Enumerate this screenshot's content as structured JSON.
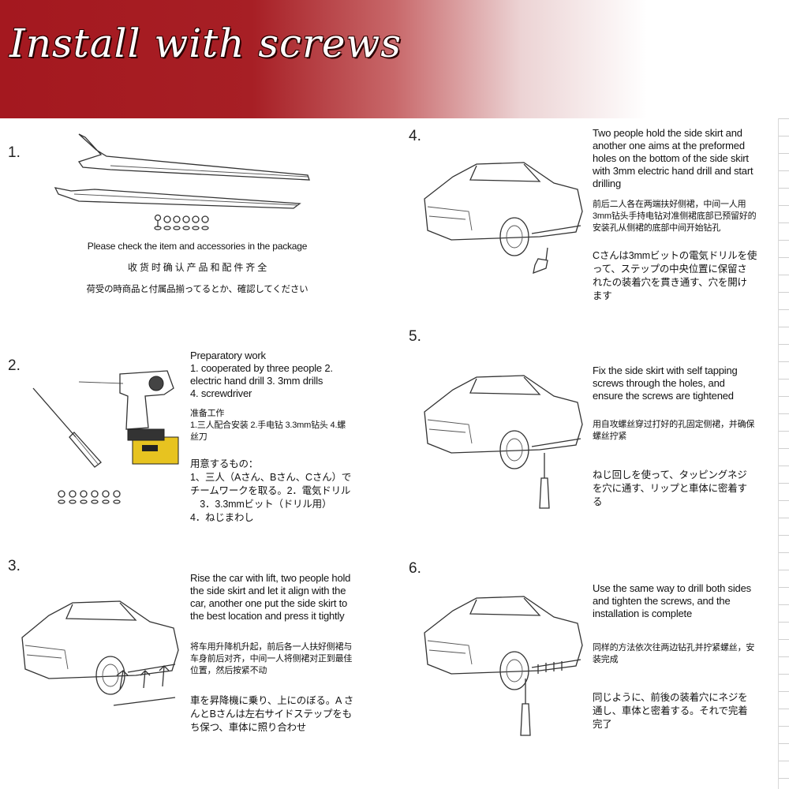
{
  "banner": {
    "title": "Install with screws"
  },
  "steps": [
    {
      "number": "1.",
      "text_en": "Please check  the item and accessories in the package",
      "text_cn": "收 货 时 确 认 产 品 和 配 件 齐 全",
      "text_jp": "荷受の時商品と付属品揃ってるとか、確認してください"
    },
    {
      "number": "2.",
      "text_en": [
        "Preparatory work",
        "1. cooperated by three people  2.",
        "electric hand drill  3. 3mm drills",
        "4. screwdriver"
      ],
      "text_cn": [
        "准备工作",
        "1.三人配合安装 2.手电钻 3.3mm钻头 4.螺",
        "丝刀"
      ],
      "text_jp": [
        "用意するもの：",
        "1、三人（Aさん、Bさん、Cさん）で",
        "チームワークを取る。2．電気ドリル",
        "　3．3.3mmビット（ドリル用）",
        "4．ねじまわし"
      ]
    },
    {
      "number": "3.",
      "text_en": [
        "Rise the car with lift, two people hold",
        "the side skirt and let it align with the",
        "car, another one put the side skirt to",
        "the best location and press it tightly"
      ],
      "text_cn": [
        "将车用升降机升起，前后各一人扶好侧裙与",
        "车身前后对齐，中间一人将侧裙对正到最佳",
        "位置，然后按紧不动"
      ],
      "text_jp": [
        "車を昇降機に乗り、上にのぼる。A さ",
        "んとBさんは左右サイドステップをも",
        "ち保つ、車体に照り合わせ"
      ]
    },
    {
      "number": "4.",
      "text_en": [
        "Two people hold the side skirt and",
        "another one aims at the preformed",
        "holes on the bottom of the side skirt",
        "with 3mm electric hand drill and start",
        "drilling"
      ],
      "text_cn": [
        "前后二人各在两端扶好侧裙，中间一人用",
        "3mm钻头手持电钻对准侧裙底部已预留好的",
        "安装孔从侧裙的底部中间开始钻孔"
      ],
      "text_jp": [
        "Cさんは3mmビットの電気ドリルを使",
        "って、ステップの中央位置に保留さ",
        "れたの装着穴を貫き通す、穴を開け",
        "ます"
      ]
    },
    {
      "number": "5.",
      "text_en": [
        "Fix the side skirt with self tapping",
        "screws through the holes, and",
        "ensure the screws are tightened"
      ],
      "text_cn": [
        "用自攻螺丝穿过打好的孔固定侧裙，并确保",
        "螺丝拧紧"
      ],
      "text_jp": [
        "ねじ回しを使って、タッピングネジ",
        "を穴に通す、リップと車体に密着す",
        "る"
      ]
    },
    {
      "number": "6.",
      "text_en": [
        "Use the same way to drill both sides",
        "and tighten the screws, and the",
        "installation is complete"
      ],
      "text_cn": [
        "同样的方法依次往两边钻孔并拧紧螺丝，安",
        "装完成"
      ],
      "text_jp": [
        "同じように、前後の装着穴にネジを",
        "通し、車体と密着する。それで完着",
        "完了"
      ]
    }
  ]
}
